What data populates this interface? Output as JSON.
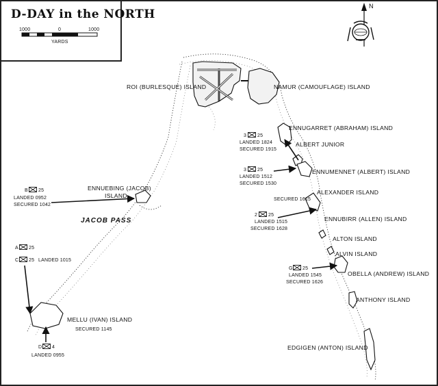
{
  "title": "D-DAY in the NORTH",
  "scale": {
    "left": "1000",
    "mid": "0",
    "right": "1000",
    "unit": "YARDS"
  },
  "north": "N",
  "islands": {
    "roi": "ROI (BURLESQUE) ISLAND",
    "namur": "NAMUR (CAMOUFLAGE) ISLAND",
    "ennugarret": "ENNUGARRET (ABRAHAM) ISLAND",
    "albert_junior": "ALBERT JUNIOR",
    "ennumennet": "ENNUMENNET (ALBERT) ISLAND",
    "alexander": "ALEXANDER ISLAND",
    "ennubirr": "ENNUBIRR (ALLEN) ISLAND",
    "alton": "ALTON ISLAND",
    "alvin": "ALVIN ISLAND",
    "obella": "OBELLA (ANDREW) ISLAND",
    "anthony": "ANTHONY ISLAND",
    "edgigen": "EDGIGEN (ANTON) ISLAND",
    "ennuebing_1": "ENNUEBING (JACOB)",
    "ennuebing_2": "ISLAND",
    "mellu": "MELLU (IVAN) ISLAND",
    "jacob_pass": "JACOB PASS"
  },
  "units": {
    "b25": {
      "company": "B",
      "number": "25",
      "landed": "LANDED 0952",
      "secured": "SECURED 1042"
    },
    "a25": {
      "company": "A",
      "number": "25"
    },
    "c25": {
      "company": "C",
      "number": "25",
      "landed": "LANDED 1015"
    },
    "d4": {
      "company": "D",
      "number": "4",
      "landed": "LANDED 0955"
    },
    "mellu_secured": "SECURED 1145",
    "ennugarret_3": {
      "company": "3",
      "number": "25",
      "landed": "LANDED 1824",
      "secured": "SECURED 1915"
    },
    "ennumennet_3": {
      "company": "3",
      "number": "25",
      "landed": "LANDED 1512",
      "secured": "SECURED 1530"
    },
    "alexander_secured": "SECURED 1615",
    "ennubirr_2": {
      "company": "2",
      "number": "25",
      "landed": "LANDED 1515",
      "secured": "SECURED 1628"
    },
    "obella_g": {
      "company": "G",
      "number": "25",
      "landed": "LANDED 1545",
      "secured": "SECURED 1626"
    }
  }
}
